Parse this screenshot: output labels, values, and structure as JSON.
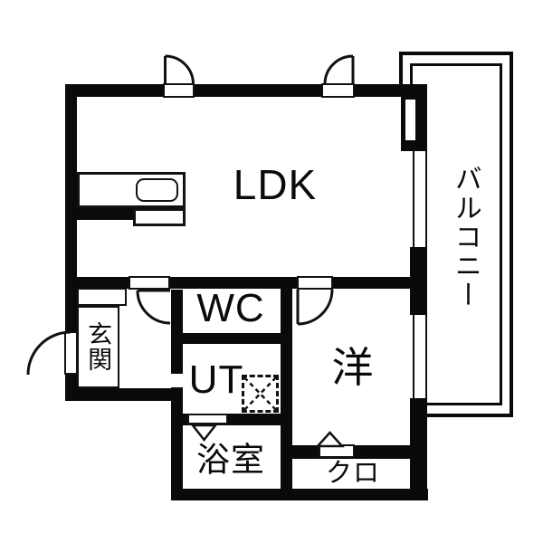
{
  "plan": {
    "type": "apartment-floor-plan",
    "rooms": {
      "ldk": "LDK",
      "balcony": "バルコニー",
      "wc": "WC",
      "ut": "UT",
      "western_room": "洋",
      "closet": "クロ",
      "bathroom": "浴室",
      "entrance": "玄関"
    },
    "colors": {
      "wall": "#0a0a0a",
      "background": "#ffffff",
      "line": "#111111"
    }
  }
}
